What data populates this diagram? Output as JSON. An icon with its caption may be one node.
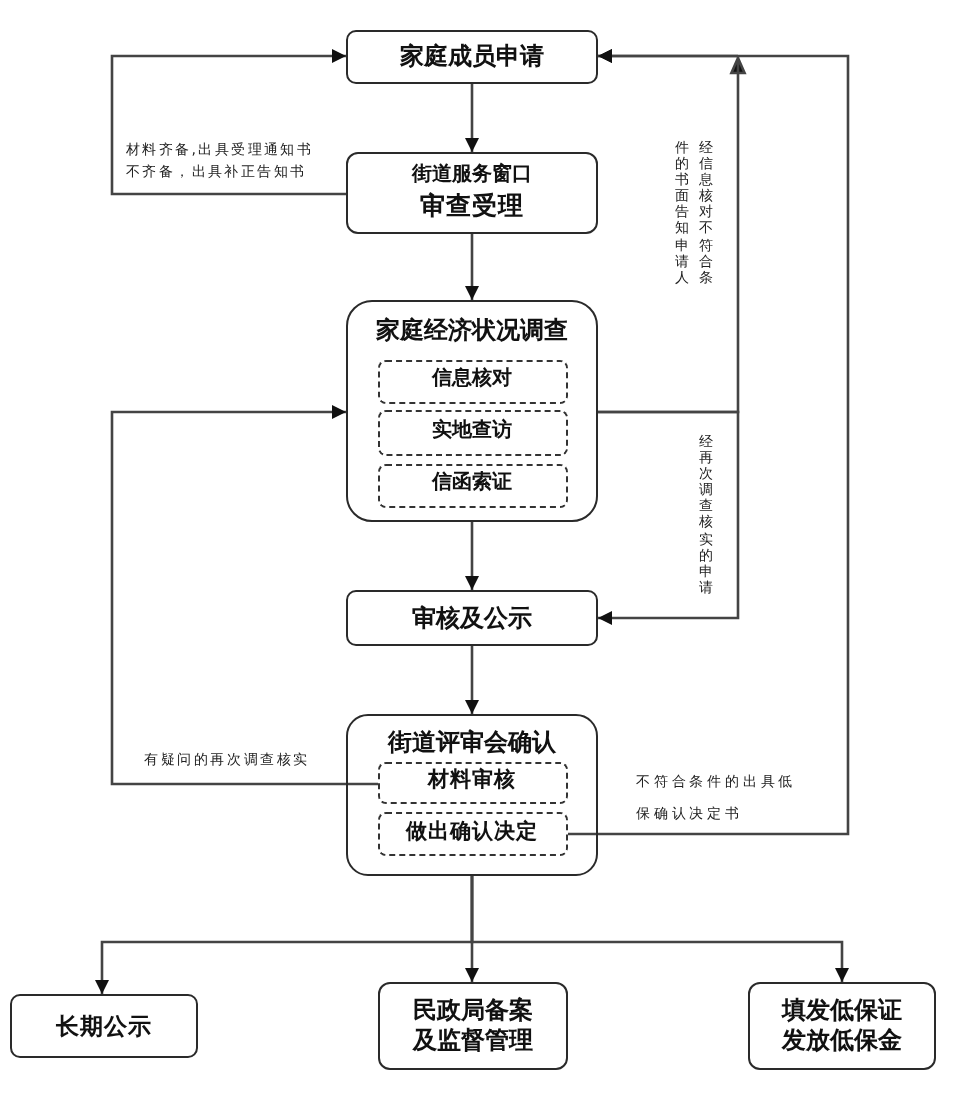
{
  "diagram": {
    "nodes": [
      {
        "text": [
          "家庭成员申请"
        ]
      },
      {
        "text": [
          "街道服务窗口",
          "审查受理"
        ]
      },
      {
        "text": [
          "家庭经济状况调查"
        ]
      },
      {
        "text": [
          "信息核对"
        ],
        "in": 2
      },
      {
        "text": [
          "实地查访"
        ],
        "in": 2
      },
      {
        "text": [
          "信函索证"
        ],
        "in": 2
      },
      {
        "text": [
          "审核及公示"
        ]
      },
      {
        "text": [
          "街道评审会确认"
        ]
      },
      {
        "text": [
          "材料审核"
        ],
        "in": 7
      },
      {
        "text": [
          "做出确认决定"
        ],
        "in": 7
      },
      {
        "text": [
          "长期公示"
        ]
      },
      {
        "text": [
          "民政局备案及监督管理"
        ]
      },
      {
        "text": [
          "填发低保证发放低保金"
        ]
      }
    ],
    "edges": [
      {
        "from": 0,
        "to": 1,
        "arrow": "to"
      },
      {
        "from": 1,
        "to": 0,
        "arrow": "to",
        "label": "材料齐备,出具受理通知书不齐备，出具补正告知书"
      },
      {
        "from": 1,
        "to": 2,
        "arrow": "to"
      },
      {
        "from": 2,
        "to": 0,
        "arrow": "to",
        "label": "经信息核对不符合条件的书面告知申请人"
      },
      {
        "from": 2,
        "to": 6,
        "arrow": "to",
        "label": "经再次调查核实的申请"
      },
      {
        "from": 2,
        "to": 6,
        "arrow": "to"
      },
      {
        "from": 6,
        "to": 7,
        "arrow": "to"
      },
      {
        "from": 8,
        "to": 2,
        "arrow": "to",
        "label": "有疑问的再次调查核实"
      },
      {
        "from": 9,
        "to": 0,
        "arrow": "to",
        "label": "不符合条件的出具低保确认决定书"
      },
      {
        "from": 7,
        "to": 10,
        "arrow": "to"
      },
      {
        "from": 7,
        "to": 11,
        "arrow": "to"
      },
      {
        "from": 7,
        "to": 12,
        "arrow": "to"
      }
    ]
  }
}
